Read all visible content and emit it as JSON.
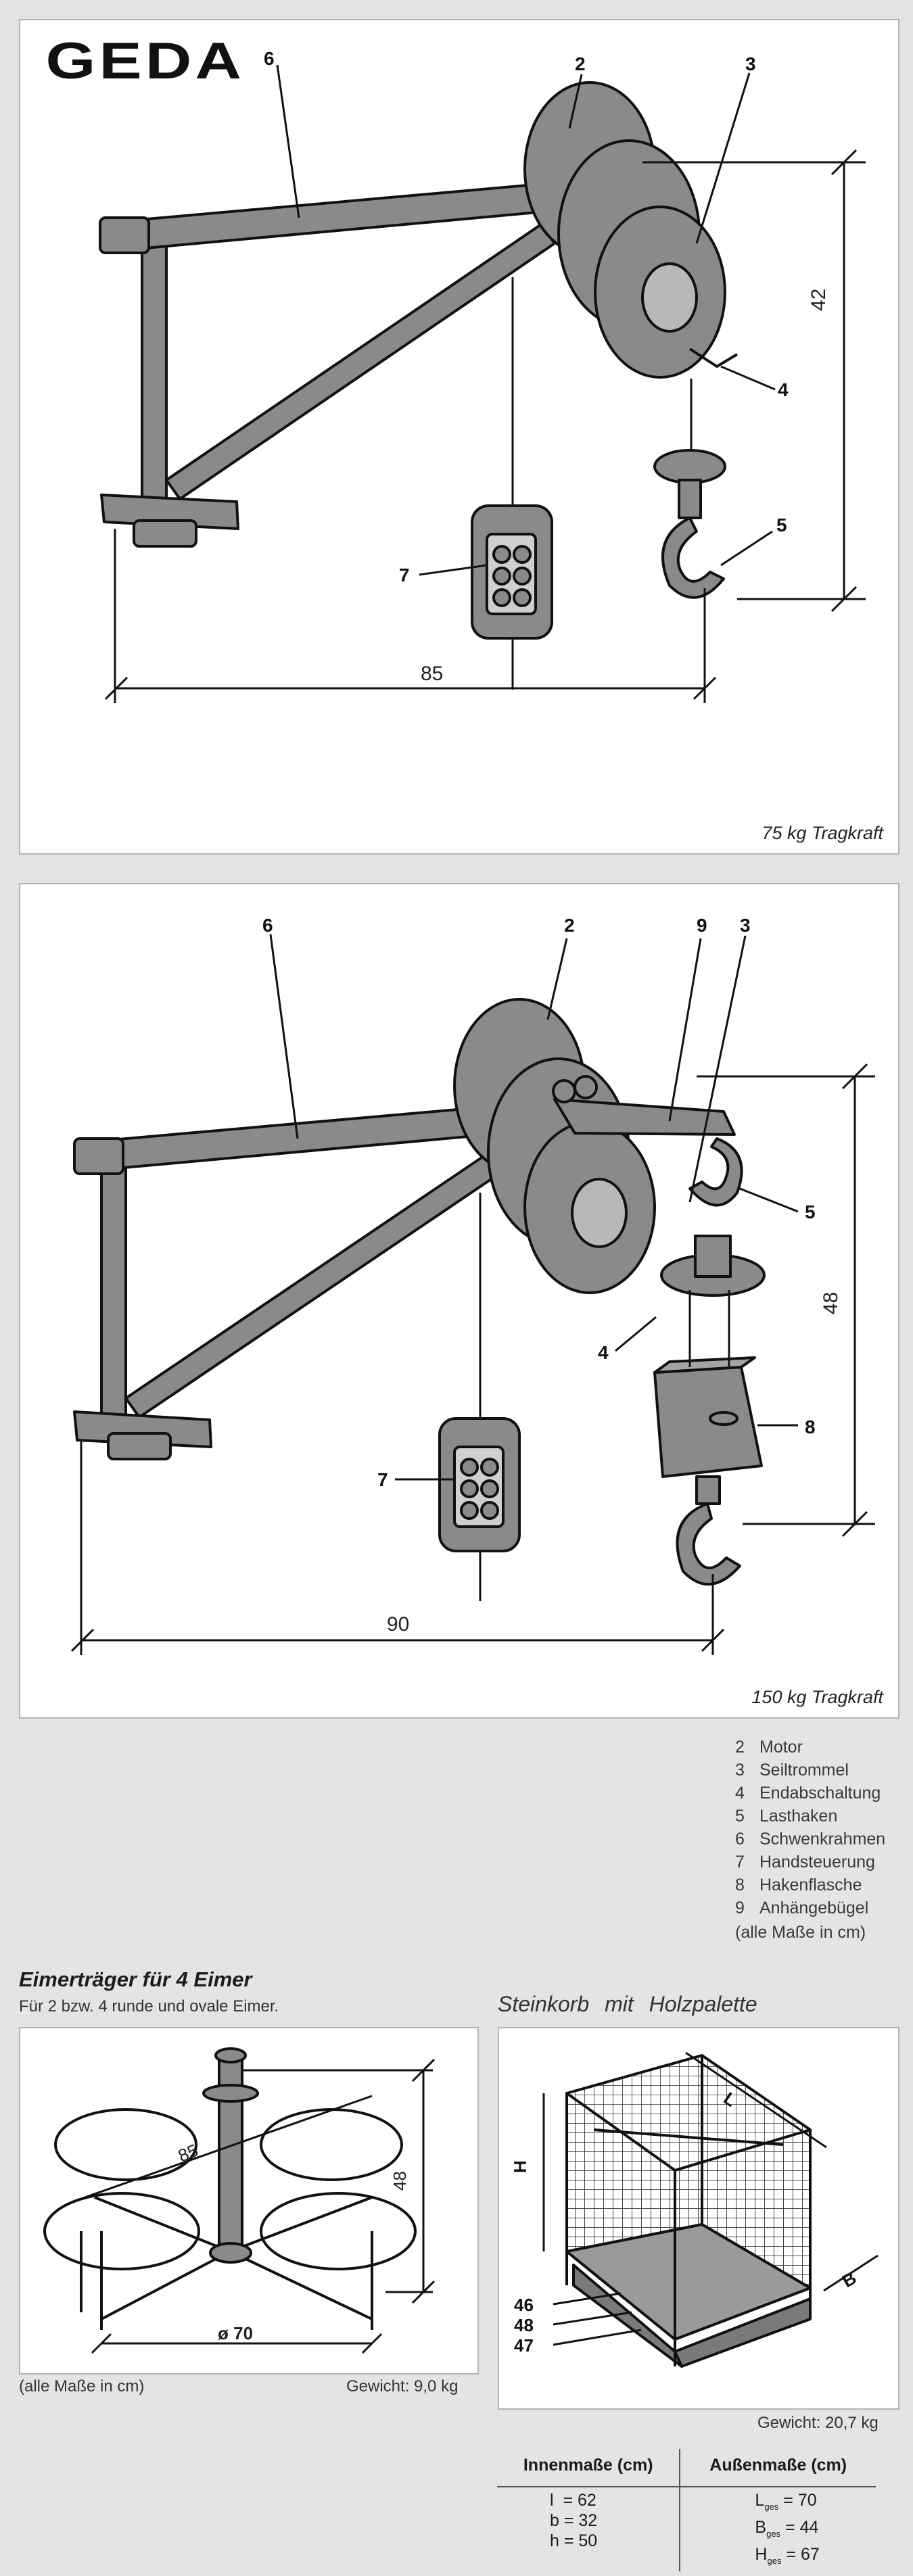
{
  "brand": {
    "logo_text": "GEDA"
  },
  "hoist_75": {
    "capacity": "75 kg  Tragkraft",
    "callouts": [
      "6",
      "2",
      "3",
      "4",
      "5",
      "7"
    ],
    "dims": {
      "height": "42",
      "width": "85"
    }
  },
  "hoist_150": {
    "capacity": "150 kg  Tragkraft",
    "callouts": [
      "6",
      "2",
      "9",
      "3",
      "5",
      "4",
      "8",
      "7"
    ],
    "dims": {
      "height": "48",
      "width": "90"
    }
  },
  "legend": {
    "items": [
      {
        "num": "2",
        "label": "Motor"
      },
      {
        "num": "3",
        "label": "Seiltrommel"
      },
      {
        "num": "4",
        "label": "Endabschaltung"
      },
      {
        "num": "5",
        "label": "Lasthaken"
      },
      {
        "num": "6",
        "label": "Schwenkrahmen"
      },
      {
        "num": "7",
        "label": "Handsteuerung"
      },
      {
        "num": "8",
        "label": "Hakenflasche"
      },
      {
        "num": "9",
        "label": "Anhängebügel"
      }
    ],
    "note": "(alle Maße in cm)"
  },
  "bucket_carrier": {
    "title": "Eimerträger  für  4  Eimer",
    "subtitle": "Für 2 bzw. 4 runde und ovale Eimer.",
    "dims": {
      "diag": "85",
      "height": "48",
      "base": "ø 70"
    },
    "units_note": "(alle Maße in cm)",
    "weight": "Gewicht: 9,0 kg"
  },
  "stone_basket": {
    "title": "Steinkorb   mit   Holzpalette",
    "labels": {
      "L": "L",
      "H": "H",
      "B": "B"
    },
    "callouts": [
      "46",
      "48",
      "47"
    ],
    "weight": "Gewicht: 20,7 kg",
    "table": {
      "head_inner": "Innenmaße (cm)",
      "head_outer": "Außenmaße (cm)",
      "inner": [
        {
          "sym": "l",
          "val": "= 62"
        },
        {
          "sym": "b",
          "val": "= 32"
        },
        {
          "sym": "h",
          "val": "= 50"
        }
      ],
      "outer": [
        {
          "sym": "L",
          "sub": "ges",
          "val": "= 70"
        },
        {
          "sym": "B",
          "sub": "ges",
          "val": "= 44"
        },
        {
          "sym": "H",
          "sub": "ges",
          "val": "= 67"
        }
      ]
    }
  }
}
